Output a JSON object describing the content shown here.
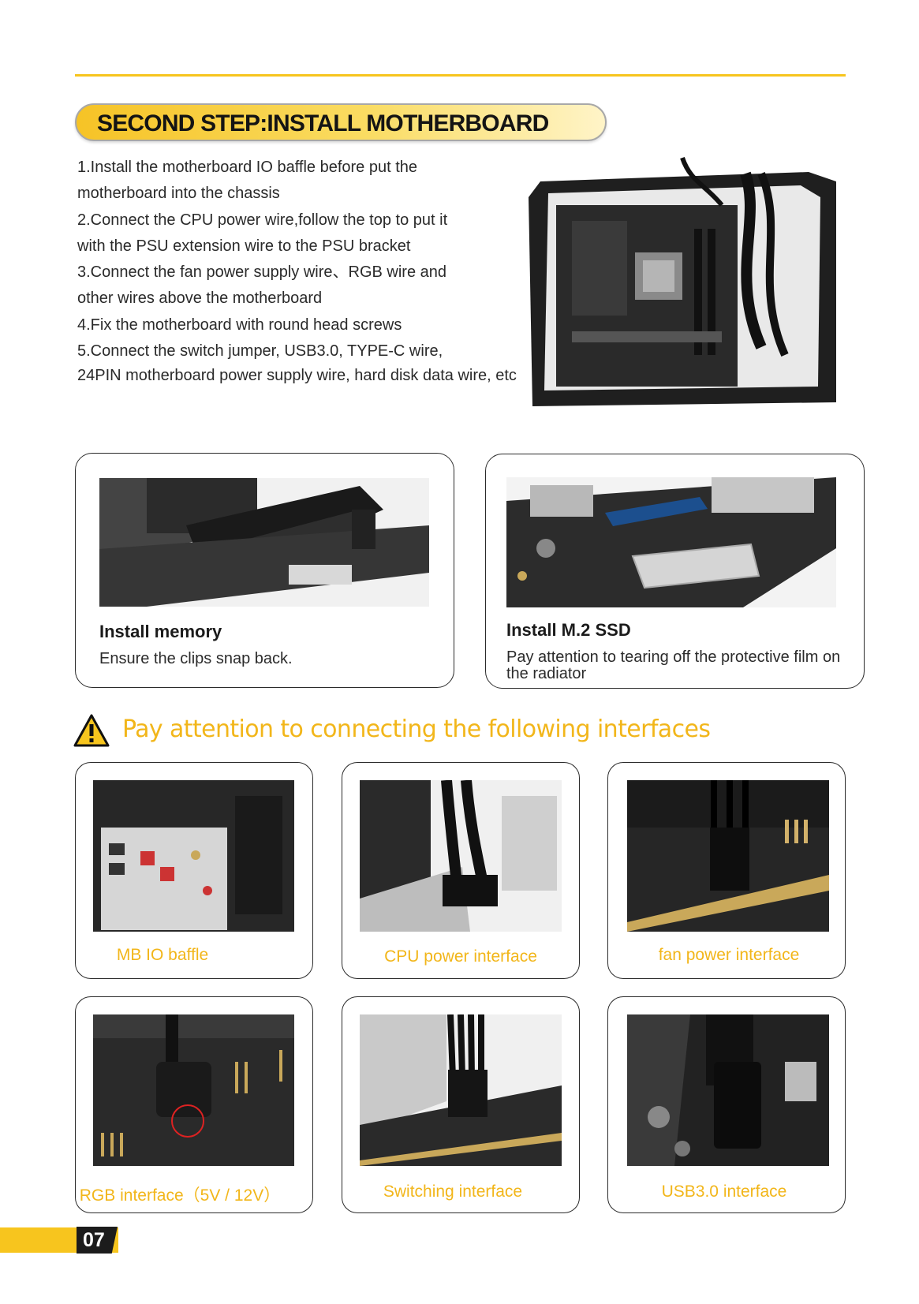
{
  "header": {
    "step_title": "SECOND STEP:INSTALL MOTHERBOARD"
  },
  "instructions": [
    "1.Install the motherboard IO baffle before put the",
    "motherboard into the chassis",
    "2.Connect the CPU power wire,follow the top to put it",
    "with the PSU extension wire to the PSU bracket",
    "3.Connect the fan power supply wire、RGB wire and",
    "other wires above the motherboard",
    "4.Fix the motherboard with round head screws",
    "5.Connect the switch jumper, USB3.0, TYPE-C wire,",
    "24PIN motherboard power supply wire, hard disk data wire, etc"
  ],
  "cards": [
    {
      "title": "Install memory",
      "desc": "Ensure the clips snap back."
    },
    {
      "title": "Install M.2 SSD",
      "desc": "Pay attention to tearing off the protective film on the radiator"
    }
  ],
  "warning": {
    "text": "Pay attention to connecting the following interfaces"
  },
  "interfaces": [
    {
      "label": "MB IO baffle"
    },
    {
      "label": "CPU power interface"
    },
    {
      "label": "fan power interface"
    },
    {
      "label": "RGB interface（5V / 12V）"
    },
    {
      "label": "Switching interface"
    },
    {
      "label": "USB3.0 interface"
    }
  ],
  "footer": {
    "page_number": "07"
  },
  "colors": {
    "accent": "#f7c51e",
    "label": "#f2b61a",
    "text": "#2a2a2a"
  }
}
